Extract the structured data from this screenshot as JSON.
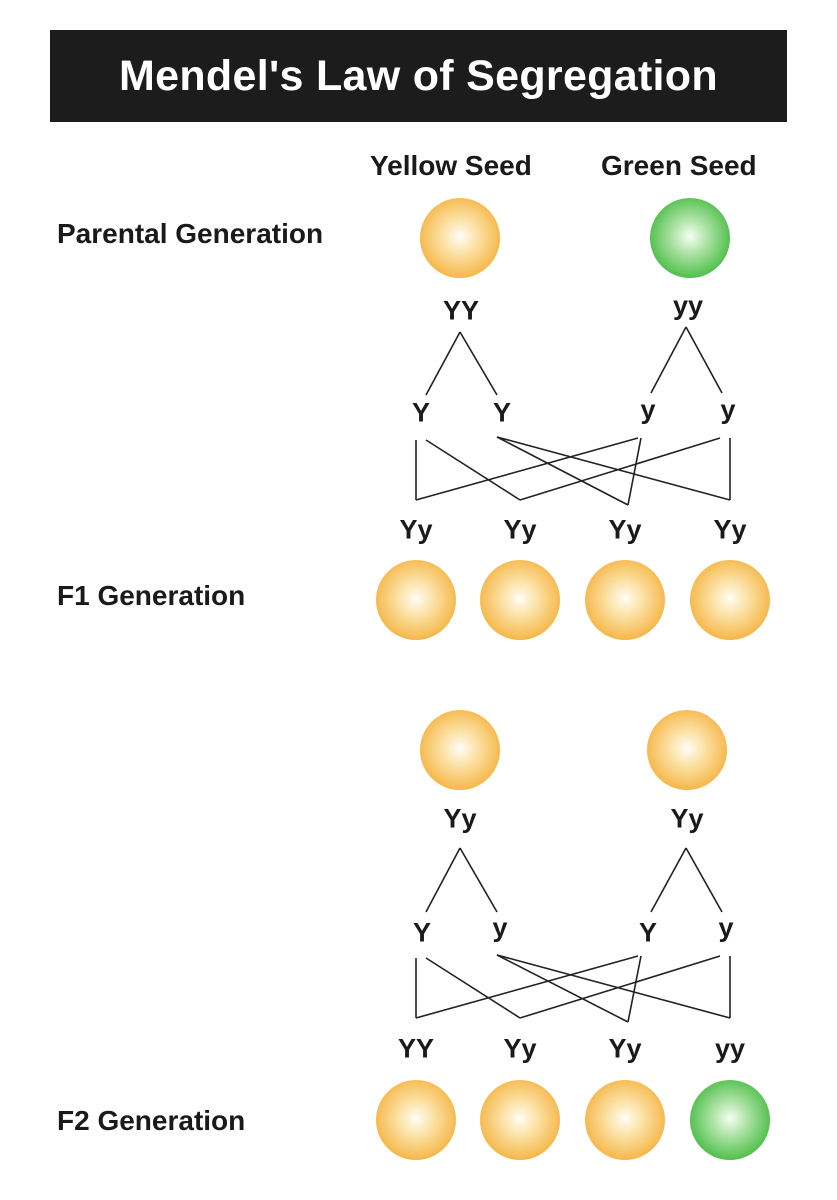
{
  "title": "Mendel's Law of Segregation",
  "columns": {
    "left": "Yellow Seed",
    "right": "Green Seed"
  },
  "generations": {
    "parental": "Parental Generation",
    "f1": "F1 Generation",
    "f2": "F2 Generation"
  },
  "parental": {
    "left_genotype": "YY",
    "right_genotype": "yy",
    "gametes": [
      "Y",
      "Y",
      "y",
      "y"
    ]
  },
  "f1": {
    "offspring": [
      "Yy",
      "Yy",
      "Yy",
      "Yy"
    ]
  },
  "f1_cross": {
    "left_genotype": "Yy",
    "right_genotype": "Yy",
    "gametes": [
      "Y",
      "y",
      "Y",
      "y"
    ]
  },
  "f2": {
    "offspring": [
      "YY",
      "Yy",
      "Yy",
      "yy"
    ]
  },
  "colors": {
    "yellow_seed": "#f6b94e",
    "green_seed": "#55c150",
    "title_bg": "#1c1c1c"
  }
}
